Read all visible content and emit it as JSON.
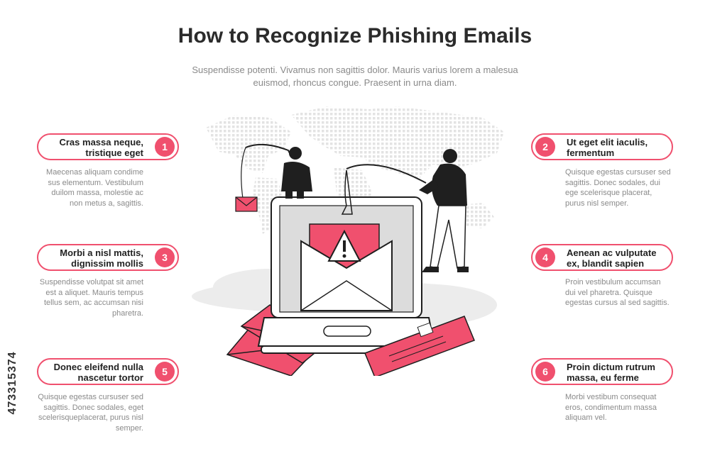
{
  "header": {
    "title": "How to Recognize Phishing Emails",
    "subtitle": "Suspendisse potenti. Vivamus non sagittis dolor. Mauris varius lorem a malesua euismod, rhoncus congue. Praesent in urna diam."
  },
  "steps": [
    {
      "number": "1",
      "title_line1": "Cras massa neque,",
      "title_line2": "tristique eget",
      "description": "Maecenas aliquam condime sus elementum. Vestibulum duilom massa, molestie ac non metus a, sagittis."
    },
    {
      "number": "2",
      "title_line1": "Ut eget elit iaculis,",
      "title_line2": "fermentum",
      "description": "Quisque egestas cursuser sed sagittis. Donec sodales, dui ege scelerisque placerat, purus nisl semper."
    },
    {
      "number": "3",
      "title_line1": "Morbi a nisl mattis,",
      "title_line2": "dignissim mollis",
      "description": "Suspendisse volutpat sit amet est a aliquet. Mauris tempus tellus sem, ac accumsan nisi pharetra."
    },
    {
      "number": "4",
      "title_line1": "Aenean ac vulputate",
      "title_line2": "ex, blandit sapien",
      "description": "Proin vestibulum accumsan dui vel pharetra. Quisque egestas cursus al sed sagittis."
    },
    {
      "number": "5",
      "title_line1": "Donec eleifend nulla",
      "title_line2": "nascetur tortor",
      "description": "Quisque egestas cursuser sed sagittis. Donec sodales, eget scelerisqueplacerat, purus nisl semper."
    },
    {
      "number": "6",
      "title_line1": "Proin dictum rutrum",
      "title_line2": "massa, eu ferme",
      "description": "Morbi vestibum consequat eros, condimentum massa aliquam vel."
    }
  ],
  "stock_id": "473315374",
  "colors": {
    "accent": "#f0506e",
    "dark": "#1f1f1f",
    "gray": "#e6e6e6"
  },
  "icons": [
    "warning-icon",
    "envelope-icon",
    "laptop-icon",
    "fishing-rod-icon",
    "world-map-icon",
    "postcard-icon"
  ]
}
